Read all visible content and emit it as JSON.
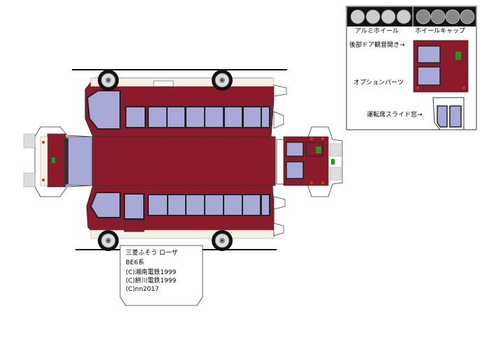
{
  "model": {
    "name": "三菱ふそう ローザ",
    "type": "BE6系"
  },
  "credits": [
    "(C)湘南電鉄1999",
    "(C)餅川電鉄1999",
    "(C)nn2017"
  ],
  "parts_panel": {
    "wheel_alloy_label": "アルミホイール",
    "wheel_cap_label": "ホイールキャップ",
    "rear_door_label": "後部ドア観音開き→",
    "options_label": "オプションパーツ",
    "driver_window_label": "運転席スライド窓→"
  },
  "colors": {
    "body": "#8b1a2b",
    "body_dark": "#6e1222",
    "window": "#a7a9d6",
    "window_frame": "#2a2a2a",
    "roof": "#f4f1e4",
    "lamp_green": "#1a9a2a",
    "lamp_red": "#d43a1a"
  }
}
